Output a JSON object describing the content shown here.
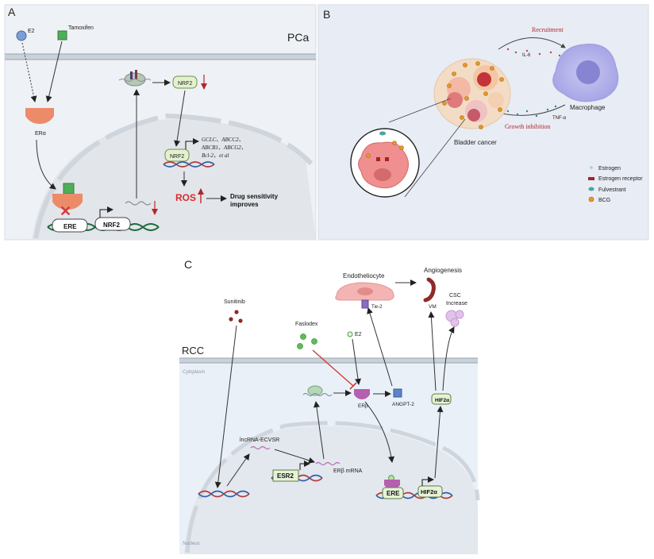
{
  "panel_a": {
    "letter": "A",
    "corner_label": "PCa",
    "legend_e2": "E2",
    "legend_tamoxifen": "Tamoxifen",
    "receptor_label": "ERα",
    "ere_label": "ERE",
    "nrf2_gene_label": "NRF2",
    "nrf2_protein_label": "NRF2",
    "nrf2_nuclear_label": "NRF2",
    "target_genes": [
      "GCLC、ABCC2、",
      "ABCB1、ABCG2、",
      "Bcl-2、et al"
    ],
    "ros_label": "ROS",
    "outcome_lines": [
      "Drug sensitivity",
      "improves"
    ]
  },
  "panel_b": {
    "letter": "B",
    "recruitment_label": "Recruitment",
    "il6_label": "IL-6",
    "macrophage_label": "Macrophage",
    "tnf_label": "TNF-α",
    "growth_inhibition_label": "Growth inhibition",
    "tumor_label": "Bladder cancer",
    "legend": [
      {
        "label": "Estrogen",
        "color": "#9fd3d0"
      },
      {
        "label": "Estrogen receptor",
        "color": "#a3252c"
      },
      {
        "label": "Fulvestrant",
        "color": "#4aa3a2"
      },
      {
        "label": "BCG",
        "color": "#e39a2a"
      }
    ]
  },
  "panel_c": {
    "letter": "C",
    "rcc_label": "RCC",
    "cytoplasm_label": "Cytoplasm",
    "nucleus_label": "Nucleus",
    "sunitinib_label": "Sunitinib",
    "faslodex_label": "Faslodex",
    "e2_label": "E2",
    "endotheliocyte_label": "Endotheliocyte",
    "tie2_label": "Tie-2",
    "angiogenesis_label": "Angiogenesis",
    "vm_label": "VM",
    "csc_lines": [
      "CSC",
      "Increase"
    ],
    "er_beta_label": "ERβ",
    "angpt2_label": "ANGPT-2",
    "hif2a_protein_label": "HIF2α",
    "lncrna_label": "lncRNA-ECVSR",
    "esr2_label": "ESR2",
    "er_beta_mrna_label": "ERβ mRNA",
    "ere_label": "ERE",
    "hif2a_gene_label": "HIF2α"
  }
}
